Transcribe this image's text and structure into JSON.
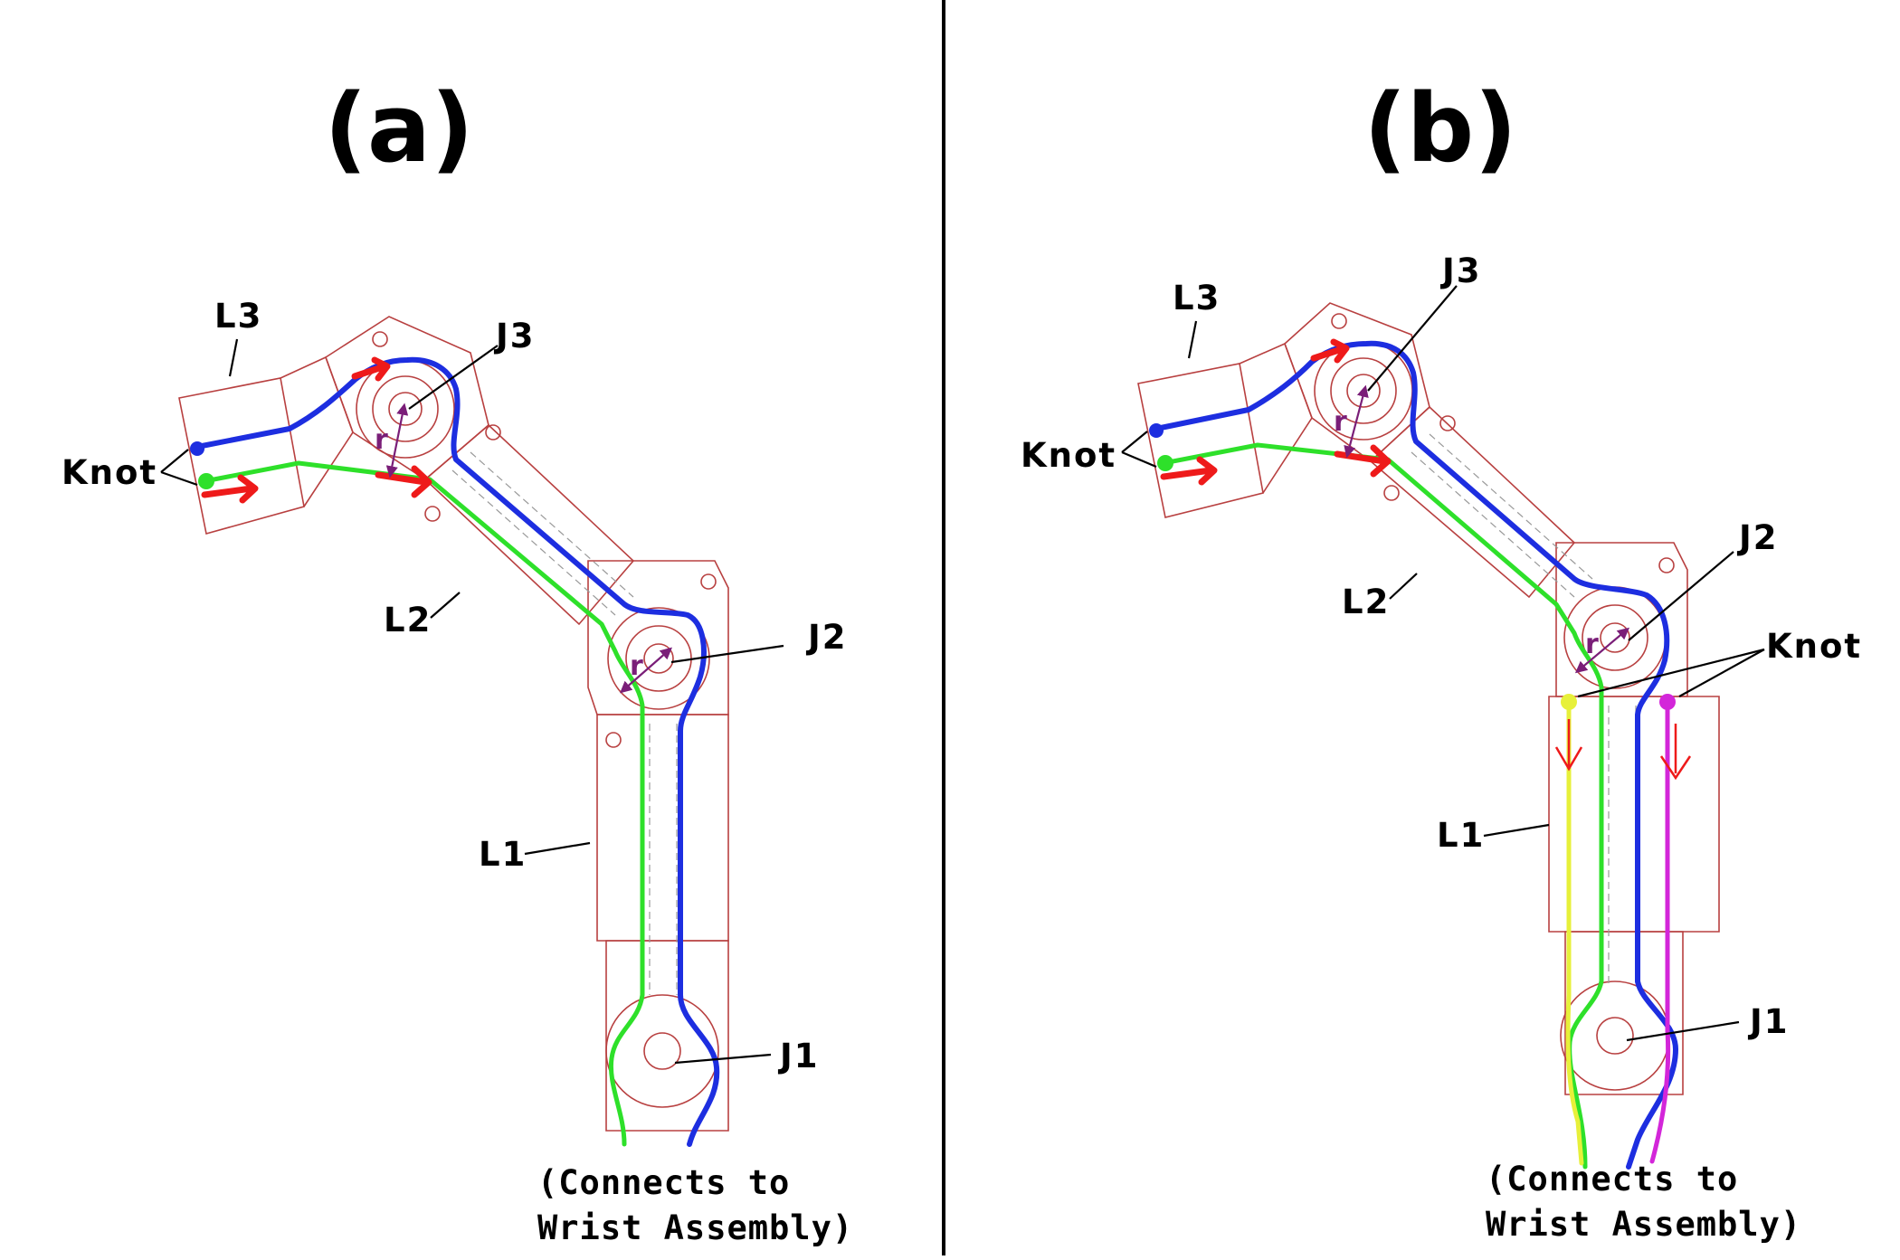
{
  "panels": [
    {
      "title": "(a)"
    },
    {
      "title": "(b)"
    }
  ],
  "labels": {
    "link3": "L3",
    "link2": "L2",
    "link1": "L1",
    "joint3": "J3",
    "joint2": "J2",
    "joint1": "J1",
    "knot": "Knot",
    "radius": "r"
  },
  "note": {
    "line1": "(Connects to",
    "line2": "Wrist Assembly)"
  },
  "colors": {
    "tendon_1": "#1d2ee0",
    "tendon_2": "#2ee02a",
    "tendon_3": "#e7f03a",
    "tendon_4": "#d326d9",
    "arrow": "#ee1a1a",
    "outline": "#b84040",
    "radius_marker": "#7a1e78"
  }
}
